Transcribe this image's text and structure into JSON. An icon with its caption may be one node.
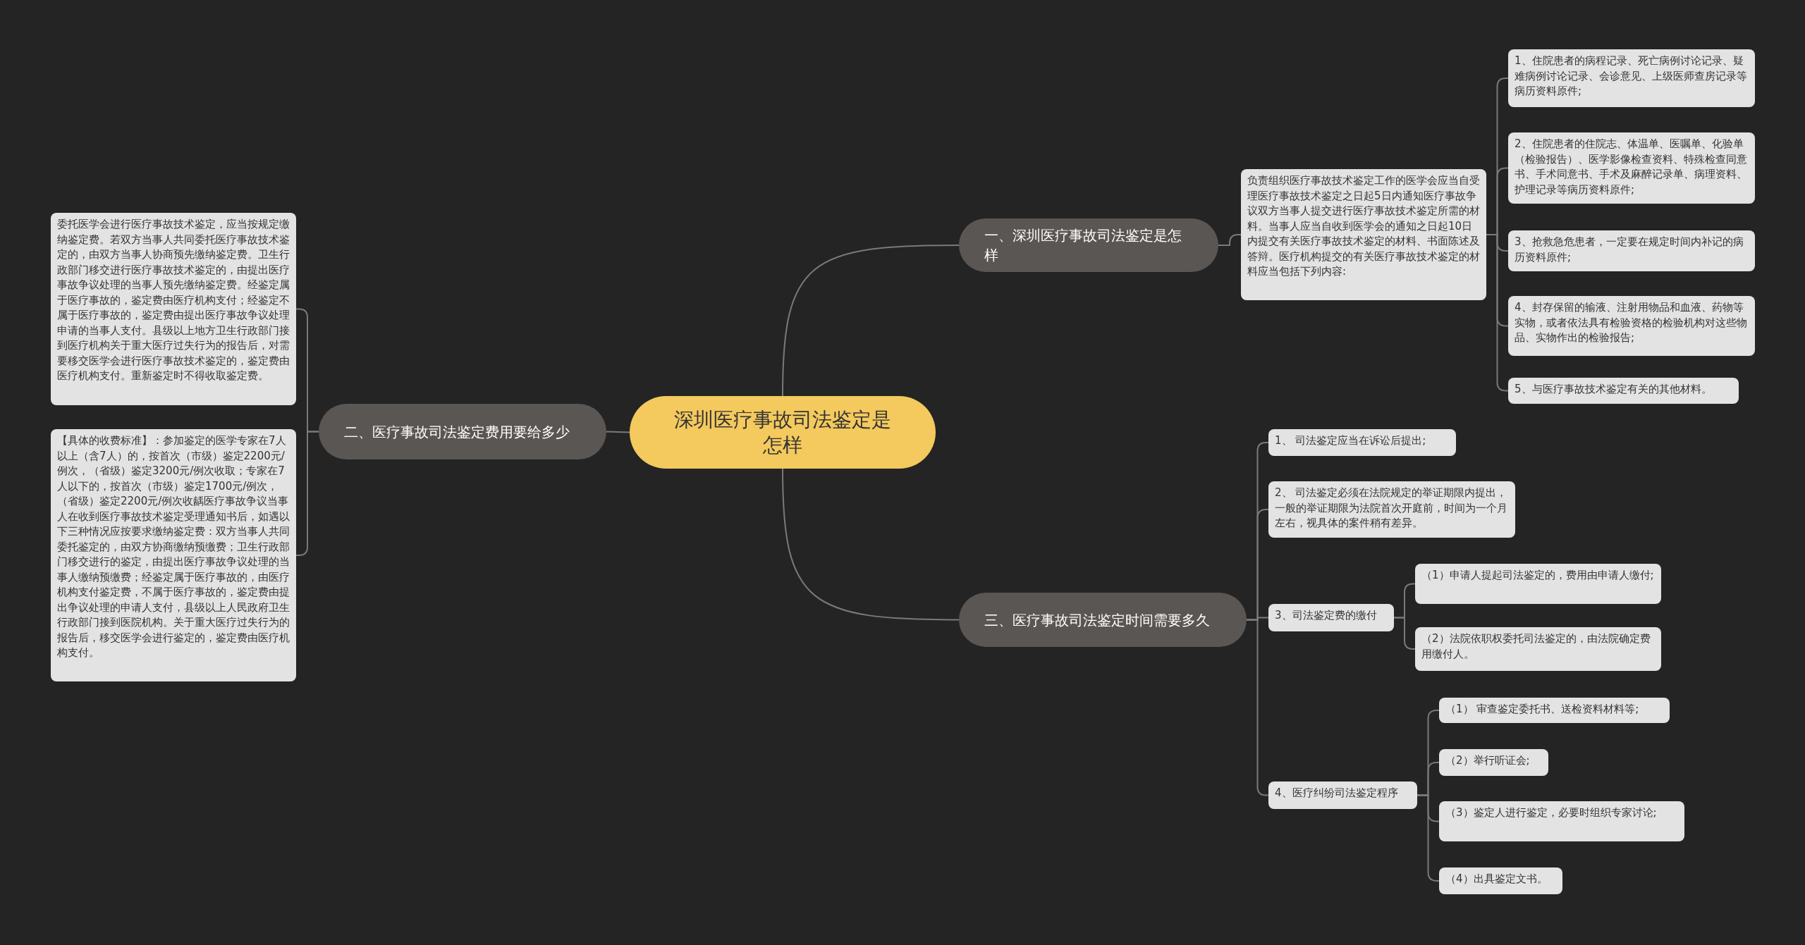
{
  "diagram": {
    "nodes": [
      {
        "text": [
          "深圳医疗事故司法鉴定是怎样"
        ]
      },
      {
        "text": [
          "一、深圳医疗事故司法鉴定是怎样"
        ]
      },
      {
        "text": [
          "负责组织医疗事故技术鉴定工作的医学会应当自受理医疗事故技术鉴定之日起5日内通知医疗事故争议双方当事人提交进行医疗事故技术鉴定所需的材料。当事人应当自收到医学会的通知之日起10日内提交有关医疗事故技术鉴定的材料、书面陈述及答辩。医疗机构提交的有关医疗事故技术鉴定的材料应当包括下列内容:"
        ]
      },
      {
        "text": [
          "1、住院患者的病程记录、死亡病例讨论记录、疑难病例讨论记录、会诊意见、上级医师查房记录等病历资料原件;"
        ]
      },
      {
        "text": [
          "2、住院患者的住院志、体温单、医嘱单、化验单（检验报告）、医学影像检查资料、特殊检查同意书、手术同意书、手术及麻醉记录单、病理资料、护理记录等病历资料原件;"
        ]
      },
      {
        "text": [
          "3、抢救急危患者，一定要在规定时间内补记的病历资料原件;"
        ]
      },
      {
        "text": [
          "4、封存保留的输液、注射用物品和血液、药物等实物，或者依法具有检验资格的检验机构对这些物品、实物作出的检验报告;"
        ]
      },
      {
        "text": [
          "5、与医疗事故技术鉴定有关的其他材料。"
        ]
      },
      {
        "text": [
          "二、医疗事故司法鉴定费用要给多少"
        ]
      },
      {
        "text": [
          "委托医学会进行医疗事故技术鉴定，应当按规定缴纳鉴定费。若双方当事人共同委托医疗事故技术鉴定的，由双方当事人协商预先缴纳鉴定费。卫生行政部门移交进行医疗事故技术鉴定的，由提出医疗事故争议处理的当事人预先缴纳鉴定费。经鉴定属于医疗事故的，鉴定费由医疗机构支付；经鉴定不属于医疗事故的，鉴定费由提出医疗事故争议处理申请的当事人支付。县级以上地方卫生行政部门接到医疗机构关于重大医疗过失行为的报告后，对需要移交医学会进行医疗事故技术鉴定的，鉴定费由医疗机构支付。重新鉴定时不得收取鉴定费。"
        ]
      },
      {
        "text": [
          "【具体的收费标准】：参加鉴定的医学专家在7人以上（含7人）的，按首次（市级）鉴定2200元/例次，（省级）鉴定3200元/例次收取；专家在7人以下的，按首次（市级）鉴定1700元/例次，（省级）鉴定2200元/例次收龋医疗事故争议当事人在收到医疗事故技术鉴定受理通知书后，如遇以下三种情况应按要求缴纳鉴定费：双方当事人共同委托鉴定的，由双方协商缴纳预缴费；卫生行政部门移交进行的鉴定，由提出医疗事故争议处理的当事人缴纳预缴费；经鉴定属于医疗事故的，由医疗机构支付鉴定费，不属于医疗事故的，鉴定费由提出争议处理的申请人支付，县级以上人民政府卫生行政部门接到医院机构。关于重大医疗过失行为的报告后，移交医学会进行鉴定的，鉴定费由医疗机构支付。"
        ]
      },
      {
        "text": [
          "三、医疗事故司法鉴定时间需要多久"
        ]
      },
      {
        "text": [
          "1、 司法鉴定应当在诉讼后提出;"
        ]
      },
      {
        "text": [
          "2、 司法鉴定必须在法院规定的举证期限内提出，一般的举证期限为法院首次开庭前，时间为一个月左右，视具体的案件稍有差异。"
        ]
      },
      {
        "text": [
          "3、司法鉴定费的缴付"
        ]
      },
      {
        "text": [
          "（1）申请人提起司法鉴定的，费用由申请人缴付;"
        ]
      },
      {
        "text": [
          "（2）法院依职权委托司法鉴定的，由法院确定费用缴付人。"
        ]
      },
      {
        "text": [
          "4、医疗纠纷司法鉴定程序"
        ]
      },
      {
        "text": [
          "（1） 审查鉴定委托书、送检资料材料等;"
        ]
      },
      {
        "text": [
          "（2）举行听证会;"
        ]
      },
      {
        "text": [
          "（3）鉴定人进行鉴定，必要时组织专家讨论;"
        ]
      },
      {
        "text": [
          "（4）出具鉴定文书。"
        ]
      }
    ],
    "edges": [
      {
        "from": 0,
        "to": 1,
        "arrow": "none"
      },
      {
        "from": 1,
        "to": 2,
        "arrow": "none"
      },
      {
        "from": 2,
        "to": 3,
        "arrow": "none"
      },
      {
        "from": 2,
        "to": 4,
        "arrow": "none"
      },
      {
        "from": 2,
        "to": 5,
        "arrow": "none"
      },
      {
        "from": 2,
        "to": 6,
        "arrow": "none"
      },
      {
        "from": 2,
        "to": 7,
        "arrow": "none"
      },
      {
        "from": 0,
        "to": 8,
        "arrow": "none"
      },
      {
        "from": 8,
        "to": 9,
        "arrow": "none"
      },
      {
        "from": 8,
        "to": 10,
        "arrow": "none"
      },
      {
        "from": 0,
        "to": 11,
        "arrow": "none"
      },
      {
        "from": 11,
        "to": 12,
        "arrow": "none"
      },
      {
        "from": 11,
        "to": 13,
        "arrow": "none"
      },
      {
        "from": 11,
        "to": 14,
        "arrow": "none"
      },
      {
        "from": 14,
        "to": 15,
        "arrow": "none"
      },
      {
        "from": 14,
        "to": 16,
        "arrow": "none"
      },
      {
        "from": 11,
        "to": 17,
        "arrow": "none"
      },
      {
        "from": 17,
        "to": 18,
        "arrow": "none"
      },
      {
        "from": 17,
        "to": 19,
        "arrow": "none"
      },
      {
        "from": 17,
        "to": 20,
        "arrow": "none"
      },
      {
        "from": 17,
        "to": 21,
        "arrow": "none"
      }
    ]
  }
}
